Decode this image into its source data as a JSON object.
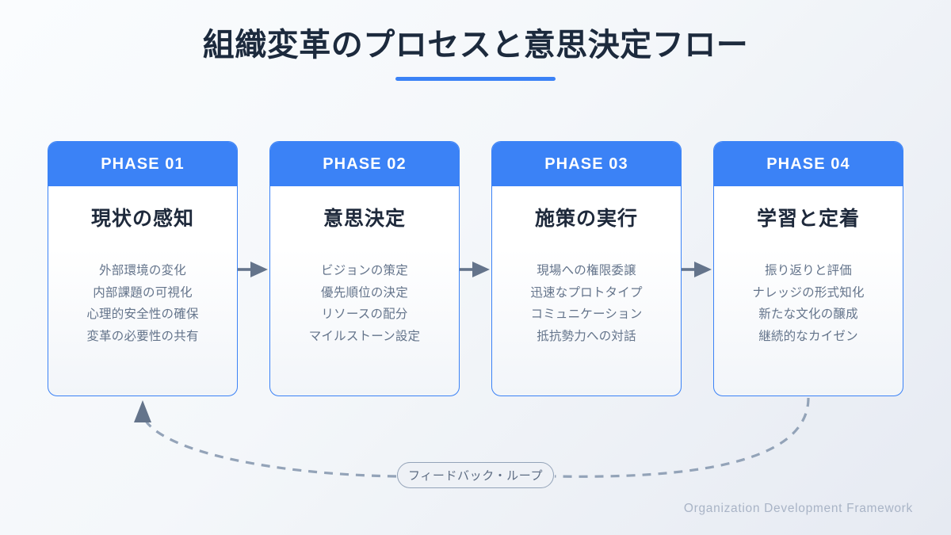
{
  "header": {
    "title": "組織変革のプロセスと意思決定フロー",
    "accent_color": "#3b82f6",
    "underline_color": "#3b82f6"
  },
  "theme": {
    "primary": "#3b82f6",
    "title_text": "#1c2a3d",
    "card_title_text": "#1e293b",
    "body_text": "#64748b",
    "loop_line": "#93a3b8",
    "footer_text": "#a9b4c6",
    "background_from": "#fafcfe",
    "background_to": "#e6eaf2"
  },
  "phases": [
    {
      "badge": "PHASE 01",
      "title": "現状の感知",
      "items": [
        "外部環境の変化",
        "内部課題の可視化",
        "心理的安全性の確保",
        "変革の必要性の共有"
      ]
    },
    {
      "badge": "PHASE 02",
      "title": "意思決定",
      "items": [
        "ビジョンの策定",
        "優先順位の決定",
        "リソースの配分",
        "マイルストーン設定"
      ]
    },
    {
      "badge": "PHASE 03",
      "title": "施策の実行",
      "items": [
        "現場への権限委譲",
        "迅速なプロトタイプ",
        "コミュニケーション",
        "抵抗勢力への対話"
      ]
    },
    {
      "badge": "PHASE 04",
      "title": "学習と定着",
      "items": [
        "振り返りと評価",
        "ナレッジの形式知化",
        "新たな文化の醸成",
        "継続的なカイゼン"
      ]
    }
  ],
  "connectors": [
    {
      "name": "arrow-phase1-to-phase2"
    },
    {
      "name": "arrow-phase2-to-phase3"
    },
    {
      "name": "arrow-phase3-to-phase4"
    }
  ],
  "feedback_loop": {
    "label": "フィードバック・ループ",
    "style": "dashed",
    "direction": "phase-04 back to phase-01"
  },
  "footer": {
    "caption": "Organization Development Framework"
  }
}
